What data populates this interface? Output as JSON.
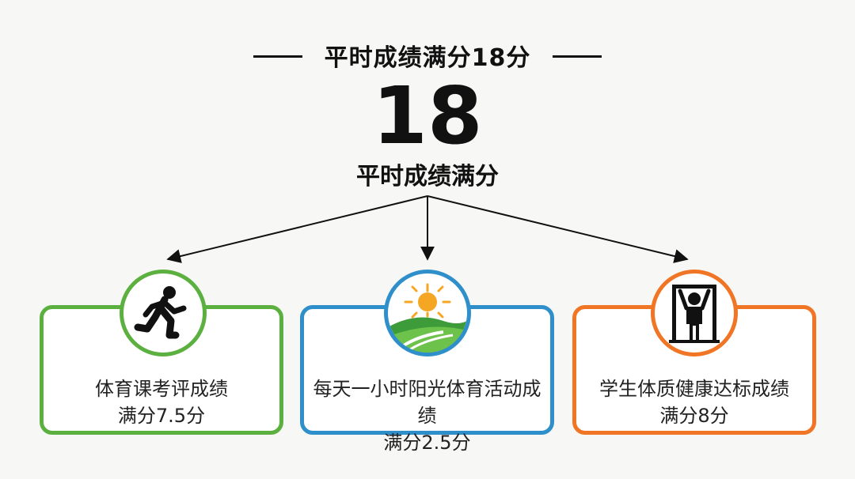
{
  "header": {
    "title": "平时成绩满分18分",
    "big_number": "18",
    "subtitle": "平时成绩满分"
  },
  "cards": [
    {
      "title": "体育课考评成绩",
      "score": "满分7.5分",
      "icon": "runner-icon",
      "color": "#5bb040"
    },
    {
      "title": "每天一小时阳光体育活动成绩",
      "score": "满分2.5分",
      "icon": "sun-landscape-icon",
      "color": "#2e8fcb"
    },
    {
      "title": "学生体质健康达标成绩",
      "score": "满分8分",
      "icon": "pullup-bar-icon",
      "color": "#f07525"
    }
  ]
}
